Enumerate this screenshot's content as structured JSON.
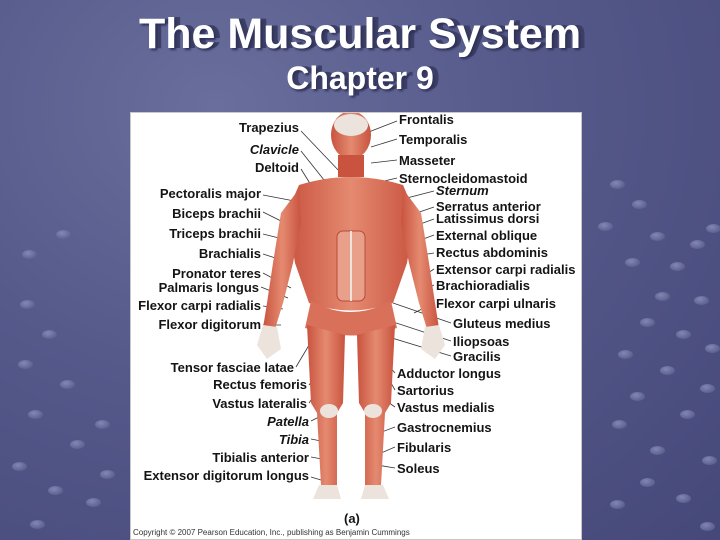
{
  "slide": {
    "title_line1": "The Muscular System",
    "title_line2": "Chapter 9"
  },
  "figure": {
    "left_labels": [
      {
        "text": "Trapezius",
        "italic": false
      },
      {
        "text": "Clavicle",
        "italic": true
      },
      {
        "text": "Deltoid",
        "italic": false
      },
      {
        "text": "Pectoralis major",
        "italic": false
      },
      {
        "text": "Biceps brachii",
        "italic": false
      },
      {
        "text": "Triceps brachii",
        "italic": false
      },
      {
        "text": "Brachialis",
        "italic": false
      },
      {
        "text": "Pronator teres",
        "italic": false
      },
      {
        "text": "Palmaris longus",
        "italic": false
      },
      {
        "text": "Flexor carpi radialis",
        "italic": false
      },
      {
        "text": "Flexor digitorum",
        "italic": false
      },
      {
        "text": "Tensor fasciae latae",
        "italic": false
      },
      {
        "text": "Rectus femoris",
        "italic": false
      },
      {
        "text": "Vastus lateralis",
        "italic": false
      },
      {
        "text": "Patella",
        "italic": true
      },
      {
        "text": "Tibia",
        "italic": true
      },
      {
        "text": "Tibialis anterior",
        "italic": false
      },
      {
        "text": "Extensor digitorum longus",
        "italic": false
      }
    ],
    "right_labels": [
      {
        "text": "Frontalis",
        "italic": false
      },
      {
        "text": "Temporalis",
        "italic": false
      },
      {
        "text": "Masseter",
        "italic": false
      },
      {
        "text": "Sternocleidomastoid",
        "italic": false
      },
      {
        "text": "Sternum",
        "italic": true
      },
      {
        "text": "Serratus anterior",
        "italic": false
      },
      {
        "text": "Latissimus dorsi",
        "italic": false
      },
      {
        "text": "External oblique",
        "italic": false
      },
      {
        "text": "Rectus abdominis",
        "italic": false
      },
      {
        "text": "Extensor carpi radialis",
        "italic": false
      },
      {
        "text": "Brachioradialis",
        "italic": false
      },
      {
        "text": "Flexor carpi ulnaris",
        "italic": false
      },
      {
        "text": "Gluteus medius",
        "italic": false
      },
      {
        "text": "Iliopsoas",
        "italic": false
      },
      {
        "text": "Gracilis",
        "italic": false
      },
      {
        "text": "Adductor longus",
        "italic": false
      },
      {
        "text": "Sartorius",
        "italic": false
      },
      {
        "text": "Vastus medialis",
        "italic": false
      },
      {
        "text": "Gastrocnemius",
        "italic": false
      },
      {
        "text": "Fibularis",
        "italic": false
      },
      {
        "text": "Soleus",
        "italic": false
      }
    ],
    "panel_label": "(a)",
    "copyright": "Copyright © 2007 Pearson Education, Inc., publishing as Benjamin Cummings"
  },
  "colors": {
    "background": "#55598a",
    "muscle": "#d9705a",
    "muscle_dark": "#b84a3a",
    "tendon": "#ece4dc"
  }
}
